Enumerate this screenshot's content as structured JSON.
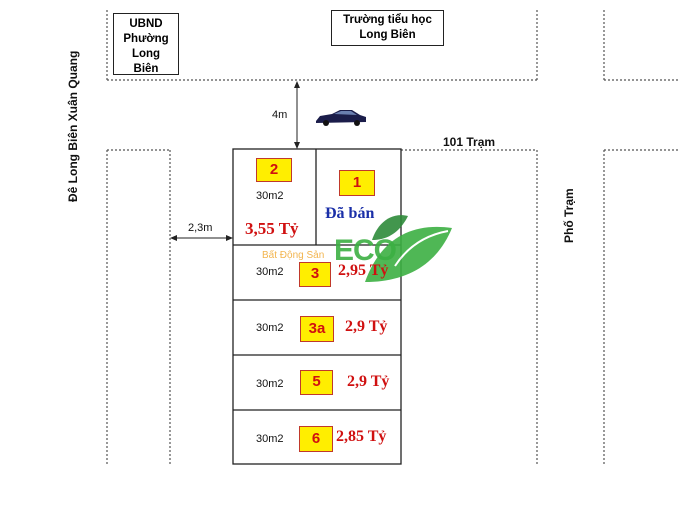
{
  "buildings": {
    "ubnd": "UBND Phường Long Biên",
    "school": "Trường tiểu học Long Biên"
  },
  "streets": {
    "left": "Đê Long Biên Xuân Quang",
    "right": "Phố Trạm",
    "top_label": "101 Trạm"
  },
  "dimensions": {
    "road_width": "4m",
    "alley_width": "2,3m"
  },
  "lots": [
    {
      "number": "2",
      "area": "30m2",
      "price": "3,55 Tỷ"
    },
    {
      "number": "1",
      "status": "Đã bán"
    },
    {
      "number": "3",
      "area": "30m2",
      "price": "2,95 Tỷ"
    },
    {
      "number": "3a",
      "area": "30m2",
      "price": "2,9 Tỷ"
    },
    {
      "number": "5",
      "area": "30m2",
      "price": "2,9 Tỷ"
    },
    {
      "number": "6",
      "area": "30m2",
      "price": "2,85 Tỷ"
    }
  ],
  "watermark": {
    "logo_text": "ECO",
    "subtitle": "Bất Động Sản"
  },
  "colors": {
    "price": "#d01010",
    "sold": "#1a2fa8",
    "lot_badge_fill": "#ffee00",
    "lot_badge_border": "#c0392b",
    "logo_green": "#3cb043"
  }
}
